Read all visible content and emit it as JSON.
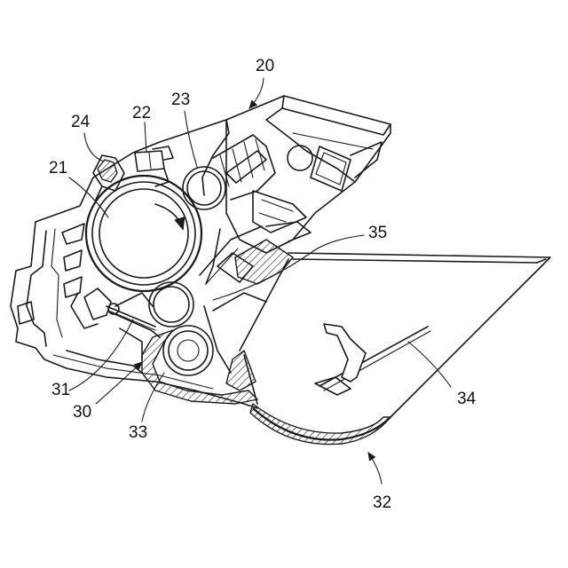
{
  "labels": {
    "l20": "20",
    "l21": "21",
    "l22": "22",
    "l23": "23",
    "l24": "24",
    "l30": "30",
    "l31": "31",
    "l32": "32",
    "l33": "33",
    "l34": "34",
    "l35": "35"
  }
}
